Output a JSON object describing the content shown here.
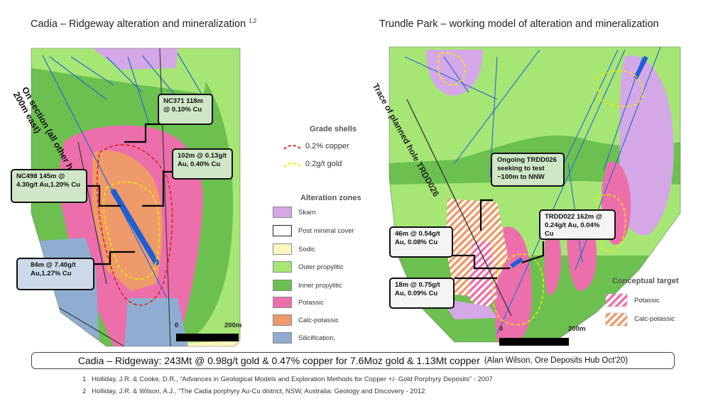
{
  "left_panel": {
    "title": "Cadia – Ridgeway alteration and mineralization",
    "title_sup": "1,2",
    "section_note": "On section (all other holes 200m east)",
    "callouts": {
      "nc371": {
        "line1": "NC371 118m",
        "line2": "@ 0.10% Cu"
      },
      "c102": {
        "line1": "102m @ 0.13g/t",
        "line2": "Au, 0.40% Cu"
      },
      "nc498": {
        "line1": "NC498 145m @",
        "line2": "4.30g/t Au,1.20% Cu"
      },
      "c84": {
        "line1": "84m @ 7.40g/t",
        "line2": "Au,1.27% Cu"
      }
    },
    "scale": {
      "start": "0",
      "end": "200m"
    }
  },
  "grade_shells": {
    "heading": "Grade shells",
    "items": [
      {
        "label": "0.2% copper",
        "color": "#e02020"
      },
      {
        "label": "0.2g/t gold",
        "color": "#f2e600"
      }
    ]
  },
  "alteration_zones": {
    "heading": "Alteration zones",
    "items": [
      {
        "label": "Skarn",
        "color": "#d4a8e6"
      },
      {
        "label": "Post mineral cover",
        "color": "#ffffff"
      },
      {
        "label": "Sodic",
        "color": "#fdf6bf"
      },
      {
        "label": "Outer propylitic",
        "color": "#a6e675"
      },
      {
        "label": "Inner propylitic",
        "color": "#6cc04f"
      },
      {
        "label": "Potassic",
        "color": "#ec6fab"
      },
      {
        "label": "Calc-potassic",
        "color": "#ee9a6a"
      },
      {
        "label": "Silicification,",
        "color": "#8fadd1"
      }
    ]
  },
  "right_panel": {
    "title": "Trundle Park – working model of alteration and mineralization",
    "trace_label": "Trace of planned hole TRDD026",
    "callouts": {
      "ongoing": {
        "line1": "Ongoing TRDD026",
        "line2": "seeking to test",
        "line3": "~100m to NNW"
      },
      "trdd022": {
        "line1": "TRDD022 162m @",
        "line2": "0.24g/t Au, 0.04% Cu"
      },
      "c46": {
        "line1": "46m @ 0.54g/t",
        "line2": "Au, 0.08% Cu"
      },
      "c18": {
        "line1": "18m @ 0.75g/t",
        "line2": "Au, 0.09% Cu"
      }
    },
    "conceptual_target": {
      "heading": "Conceptual target",
      "items": [
        {
          "label": "Potassic",
          "color": "#ec6fab"
        },
        {
          "label": "Calc-potassic",
          "color": "#ee9a6a"
        }
      ]
    },
    "scale": {
      "start": "0",
      "end": "200m"
    }
  },
  "summary": {
    "main": "Cadia – Ridgeway: 243Mt @ 0.98g/t gold & 0.47% copper for 7.6Moz gold & 1.13Mt copper",
    "source": "(Alan Wilson, Ore Deposits Hub Oct'20)"
  },
  "references": [
    {
      "num": "1",
      "text": "Holliday, J.R. & Cooke, D.R., “Advances in Geological Models and Exploration Methods for Copper +/- Gold Porphyry Deposits” - 2007"
    },
    {
      "num": "2",
      "text": "Holliday, J.R. & Wilson, A.J., “The Cadia porphyry Au-Cu district, NSW, Australia: Geology and Discovery - 2012"
    }
  ]
}
